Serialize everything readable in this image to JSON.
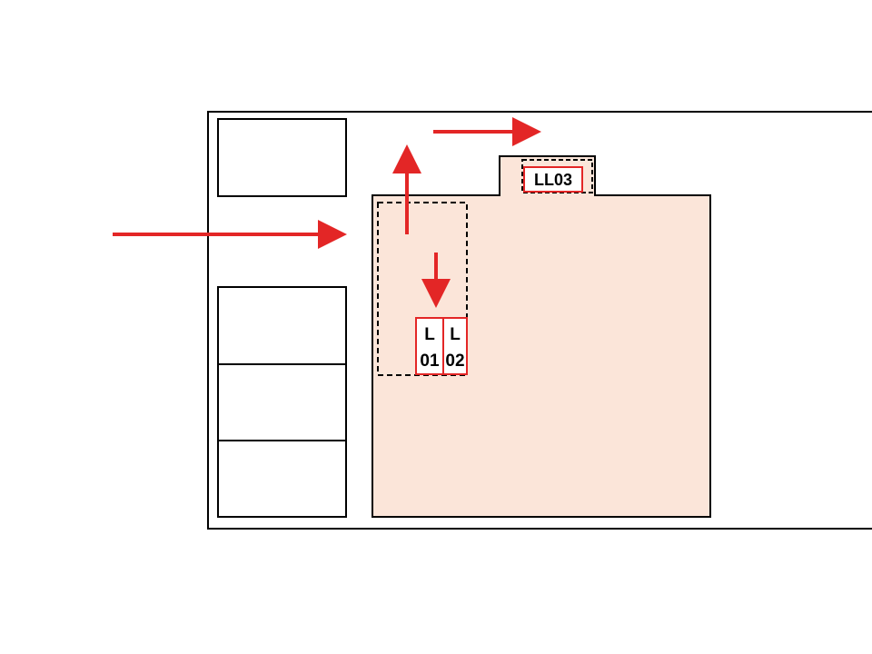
{
  "labels": {
    "l01_top": "L",
    "l01_bottom": "01",
    "l02_top": "L",
    "l02_bottom": "02",
    "ll03": "LL03"
  },
  "colors": {
    "outline": "#000000",
    "highlight_fill": "#fbe5d9",
    "accent_red": "#e32626",
    "label_box_fill": "#ffffff"
  }
}
